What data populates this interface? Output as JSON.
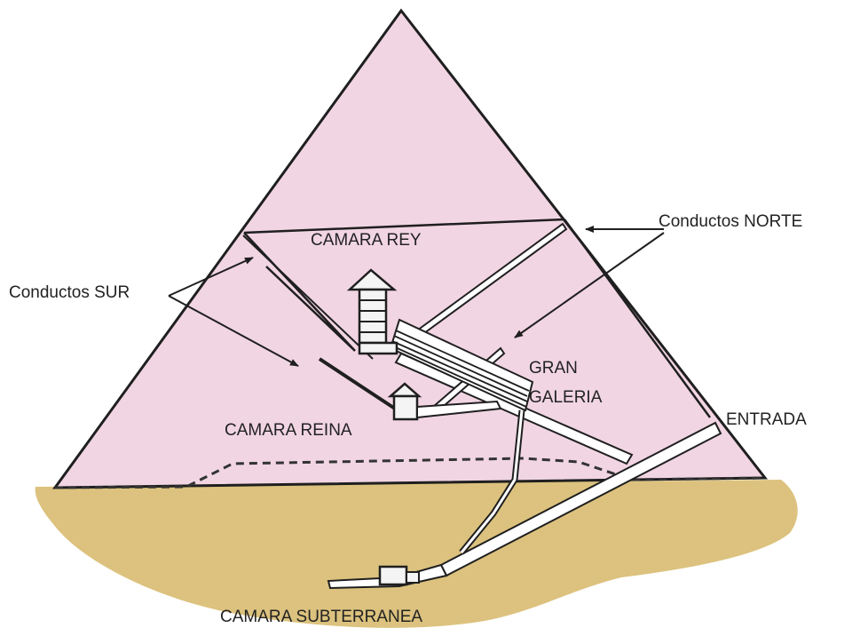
{
  "diagram": {
    "labels": {
      "camara_rey": "CAMARA REY",
      "conductos_sur": "Conductos SUR",
      "conductos_norte": "Conductos NORTE",
      "gran": "GRAN",
      "galeria": "GALERIA",
      "camara_reina": "CAMARA REINA",
      "entrada": "ENTRADA",
      "camara_subterranea": "CAMARA SUBTERRANEA"
    },
    "colors": {
      "pyramid": "#f1d5e3",
      "ground": "#dcc27e",
      "outline": "#1f1f1f",
      "passage": "#ffffff",
      "chamber": "#f4f4f4"
    }
  }
}
